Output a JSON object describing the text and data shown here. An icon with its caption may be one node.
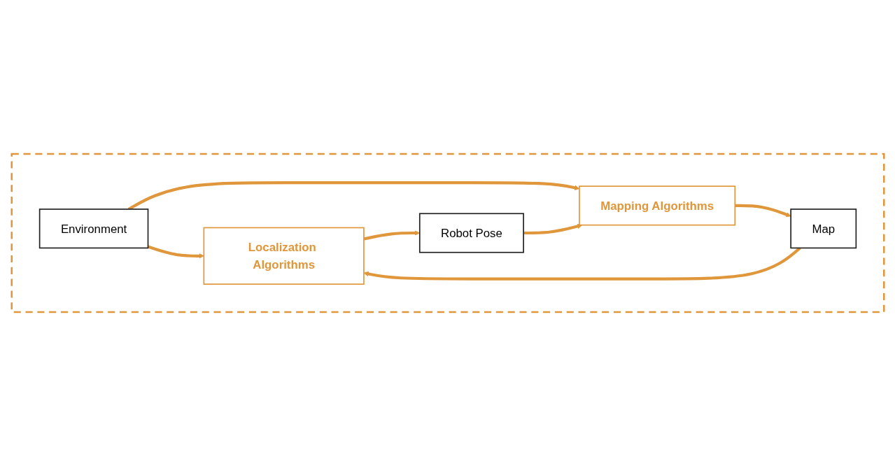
{
  "diagram": {
    "nodes": [
      {
        "text": [],
        "shape": "box"
      },
      {
        "text": [
          "Localization Algorithms"
        ],
        "in": 0
      },
      {
        "text": [
          "Map"
        ],
        "in": 0
      },
      {
        "text": [
          "Environment"
        ],
        "in": 0
      },
      {
        "text": [
          "Robot Pose"
        ],
        "in": 0
      },
      {
        "text": [
          "Mapping Algorithms"
        ],
        "in": 0
      }
    ],
    "edges": [
      {
        "from": 2,
        "to": 1,
        "arrow": "to"
      },
      {
        "from": 1,
        "to": 4,
        "arrow": "to"
      },
      {
        "from": 3,
        "to": 1,
        "arrow": "to"
      },
      {
        "from": 3,
        "to": 5,
        "arrow": "to"
      },
      {
        "from": 4,
        "to": 5,
        "arrow": "to"
      },
      {
        "from": 5,
        "to": 2,
        "arrow": "to"
      }
    ]
  }
}
